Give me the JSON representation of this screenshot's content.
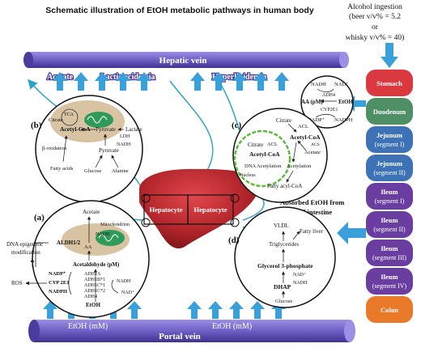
{
  "title": "Schematic illustration of EtOH metabolic pathways in human body",
  "alcohol_box": {
    "line1": "Alcohol ingestion",
    "line2": "(beer v/v% = 5.2",
    "line3": "or",
    "line4": "whisky v/v% = 40)"
  },
  "hepatic_vein": {
    "label": "Hepatic vein",
    "acetate": "Acetate",
    "lactic": "Lactic acidemia",
    "hyper": "Hyperlipidemia"
  },
  "portal_vein": {
    "label": "Portal vein",
    "etoh_left": "EtOH (mM)",
    "etoh_right": "EtOH (mM)"
  },
  "gut": {
    "segments": [
      {
        "line1": "Stomach",
        "line2": "",
        "color": "#d9393f"
      },
      {
        "line1": "Duodenum",
        "line2": "",
        "color": "#4f8f66"
      },
      {
        "line1": "Jejunum",
        "line2": "(segment I)",
        "color": "#3d73b6"
      },
      {
        "line1": "Jejunum",
        "line2": "(segment II)",
        "color": "#3d73b6"
      },
      {
        "line1": "Ileum",
        "line2": "(segment I)",
        "color": "#6a3ea1"
      },
      {
        "line1": "Ileum",
        "line2": "(segment II)",
        "color": "#6a3ea1"
      },
      {
        "line1": "Ileum",
        "line2": "(segment III)",
        "color": "#6a3ea1"
      },
      {
        "line1": "Ileum",
        "line2": "(segment IV)",
        "color": "#6a3ea1"
      },
      {
        "line1": "Colon",
        "line2": "",
        "color": "#e87a2a"
      }
    ]
  },
  "absorbed": {
    "line1": "Absorbed EtOH from",
    "line2": "small intestine"
  },
  "hepatocyte": {
    "left": "Hepatocyte",
    "right": "Hepatocyte"
  },
  "panel_labels": {
    "a": "(a)",
    "b": "(b)",
    "c": "(c)",
    "d": "(d)"
  },
  "duodenum_panel": {
    "nadh": "NADH",
    "nadp_plus_top": "NAD⁺",
    "aa": "AA (pM)",
    "etoh": "EtOH",
    "adh4": "ADH4",
    "cyp": "CYP2E1",
    "nadp_plus": "NADP⁺",
    "nadph": "NADPH"
  },
  "panel_b": {
    "tca": "TCA",
    "citrate": "Citrate",
    "acetyl_coa": "Acetyl-CoA",
    "pyruvate_top": "Pyruvate",
    "ldh": "LDH",
    "nadh": "NADH",
    "lactate": "Lactate",
    "pyruvate": "Pyruvate",
    "beta": "β-oxidation",
    "fatty": "Fatty acids",
    "glucose": "Glucose",
    "alanine": "Alanine"
  },
  "panel_c": {
    "citrate": "Citrate",
    "acl1": "ACL",
    "acl2": "ACL",
    "citrate2": "Citrate",
    "acetyl_coa": "Acetyl-CoA",
    "acetyl_coa2": "Acetyl-CoA",
    "acs": "ACS",
    "acetate": "Acetate",
    "dna": "DNA Acetylation",
    "acetylation": "Acetylation",
    "nucleus": "Nucleus",
    "fatty_acyl": "Fatty acyl-CoA"
  },
  "panel_d": {
    "vldl": "VLDL",
    "fatty_liver": "Fatty liver",
    "tg": "Triglycerides",
    "g3p": "Glycerol 3-phosphate",
    "nad": "NAD⁺",
    "nadh": "NADH",
    "dhap": "DHAP",
    "glucose": "Glucose"
  },
  "panel_a": {
    "acetate": "Acetate",
    "mito": "Mitochondrion",
    "nadh": "NADH",
    "aldh": "ALDH1/2",
    "aa": "AA",
    "acetaldehyde": "Acetaldehyde (pM)",
    "nadp_plus": "NADP⁺",
    "cyp": "CYP 2E1",
    "nadph": "NADPH",
    "etoh": "EtOH",
    "adh1a": "ADH1A",
    "adh1b": "ADH1B*1",
    "adh1c1": "ADH1C*1",
    "adh1c2": "ADH1C*2",
    "adh4": "ADH4",
    "nadh_r": "NADH",
    "nad_r": "NAD⁺"
  },
  "dna_epi": {
    "line1": "DNA epigenetic",
    "line2": "modification"
  },
  "ros": "ROS",
  "colors": {
    "vein": "#6d5fc4",
    "vein_dark": "#4a3c9e",
    "arrow": "#3aa0da",
    "liver": "#b3262b",
    "connector": "#2ea3c8"
  }
}
